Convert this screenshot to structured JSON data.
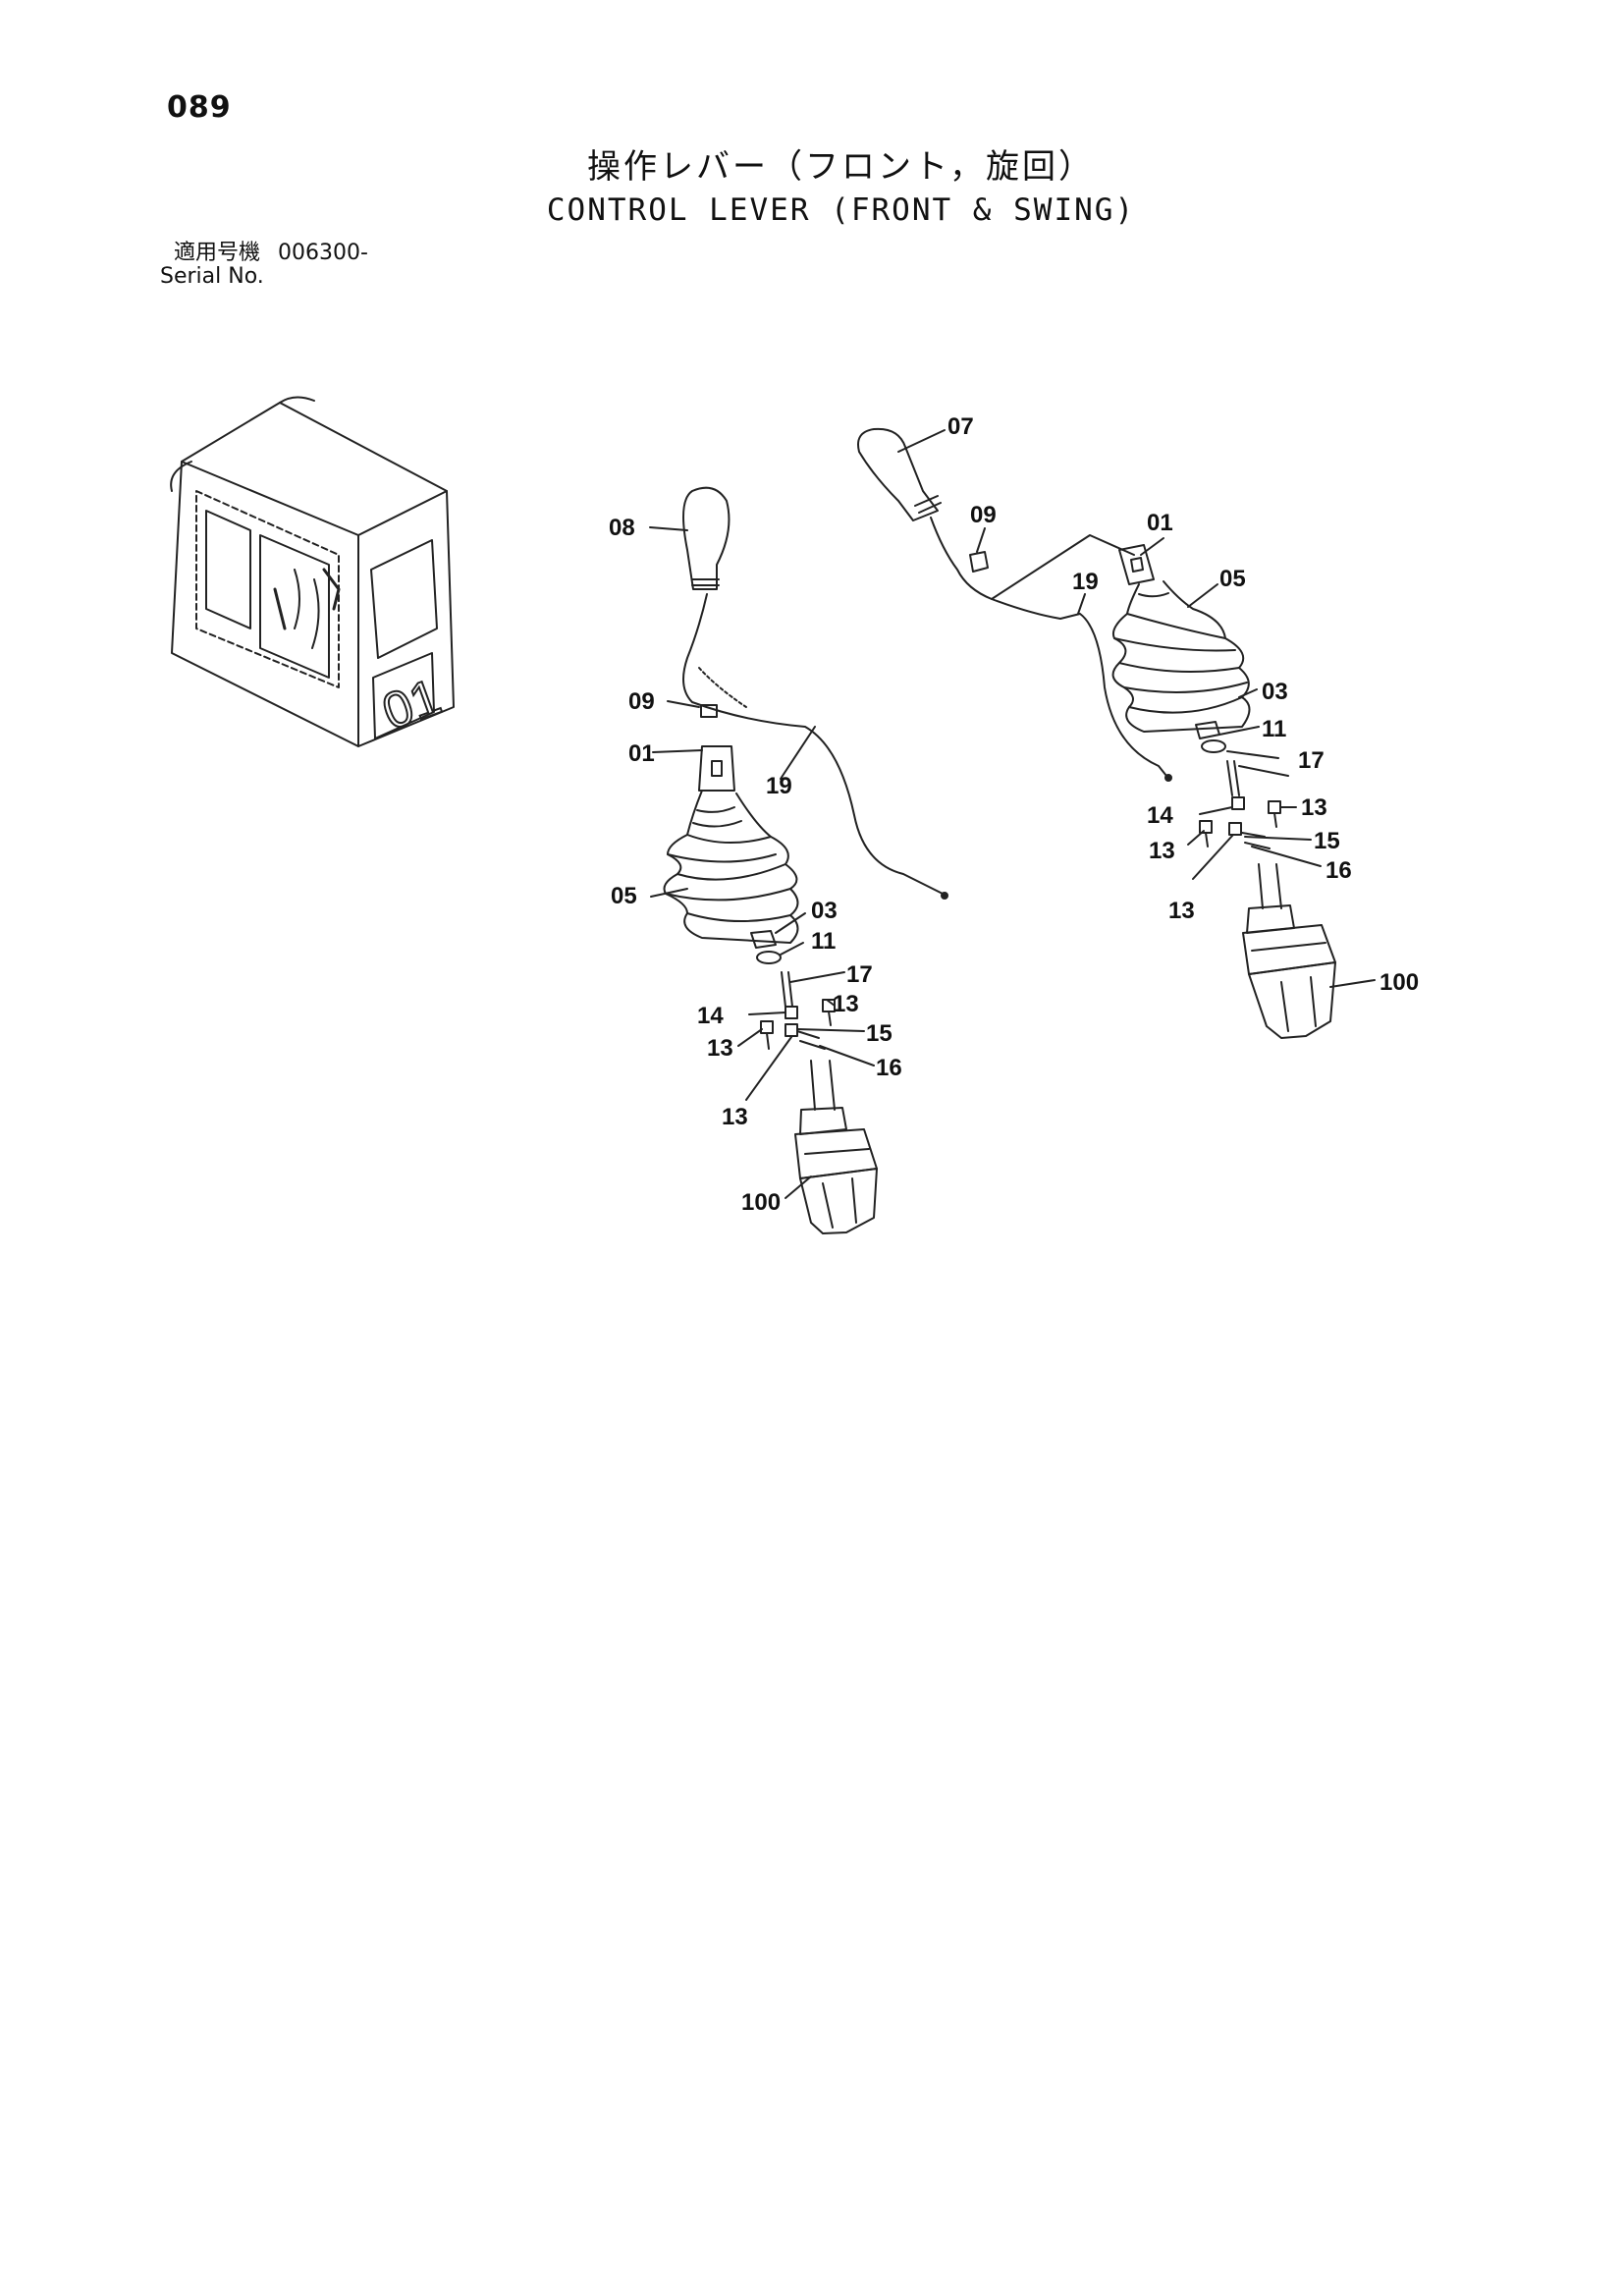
{
  "header": {
    "page_number": "089",
    "title_jp": "操作レバー（フロント，旋回）",
    "title_en": "CONTROL LEVER (FRONT & SWING)",
    "serial_label_jp": "適用号機",
    "serial_label_en": "Serial No.",
    "serial_value": "006300-"
  },
  "cab_inset": {
    "label": "01"
  },
  "left_assembly": {
    "labels": {
      "grip": "08",
      "cap": "09",
      "lever": "01",
      "harness": "19",
      "boot": "05",
      "nut": "03",
      "ring": "11",
      "pin": "17",
      "screw_a": "14",
      "bolt_a": "13",
      "bolt_b": "13",
      "spring": "15",
      "plate": "16",
      "bolt_c": "13",
      "valve": "100"
    }
  },
  "right_assembly": {
    "labels": {
      "grip": "07",
      "cap": "09",
      "lever": "01",
      "harness": "19",
      "boot": "05",
      "nut": "03",
      "ring": "11",
      "pin": "17",
      "screw_a": "14",
      "bolt_a": "13",
      "bolt_b": "13",
      "spring": "15",
      "plate": "16",
      "bolt_c": "13",
      "valve": "100"
    }
  }
}
